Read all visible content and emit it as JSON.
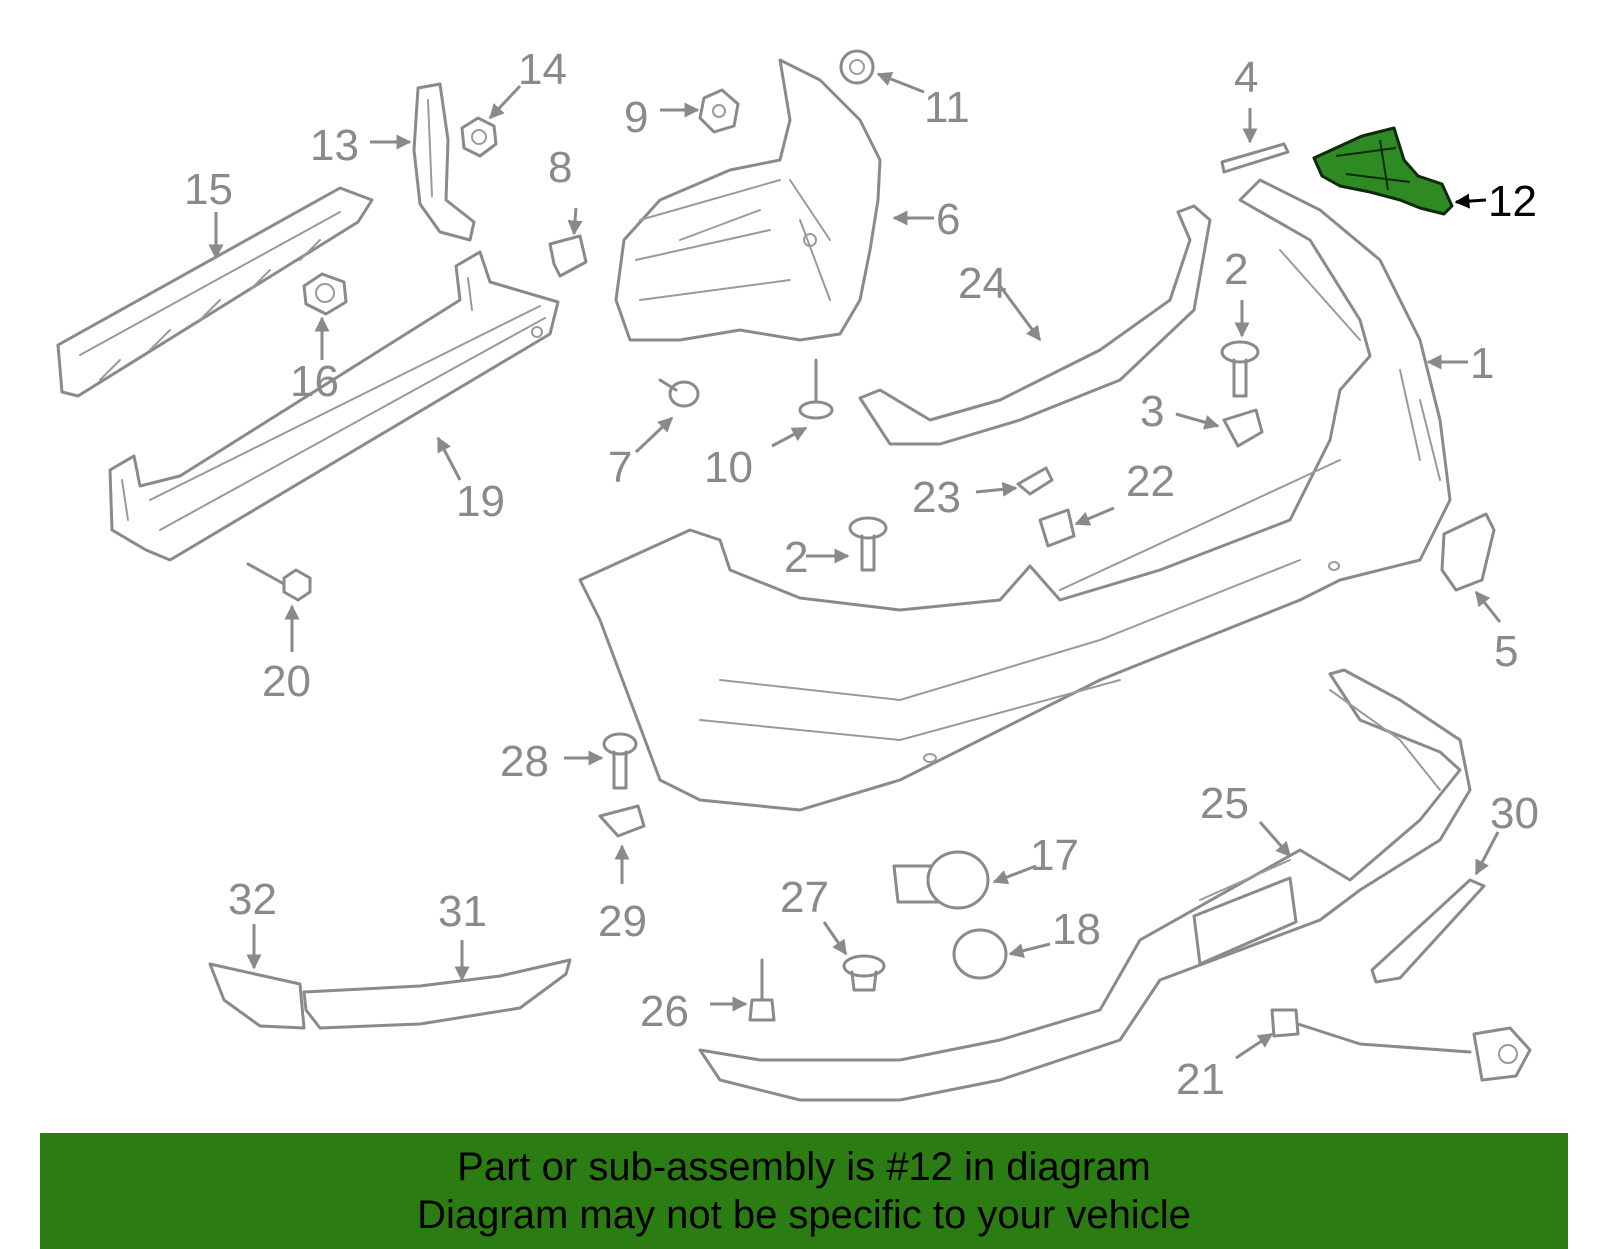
{
  "highlight_color": "#2e8b23",
  "banner_color": "#2b7d13",
  "part_color": "#8a8a8a",
  "callouts": [
    "1",
    "2",
    "3",
    "4",
    "5",
    "6",
    "7",
    "8",
    "9",
    "10",
    "11",
    "12",
    "13",
    "14",
    "15",
    "16",
    "17",
    "18",
    "19",
    "20",
    "21",
    "22",
    "23",
    "24",
    "25",
    "26",
    "27",
    "28",
    "29",
    "30",
    "31",
    "32"
  ],
  "banner": {
    "line1": "Part or sub-assembly is #12 in diagram",
    "line2": "Diagram may not be specific to your vehicle"
  }
}
